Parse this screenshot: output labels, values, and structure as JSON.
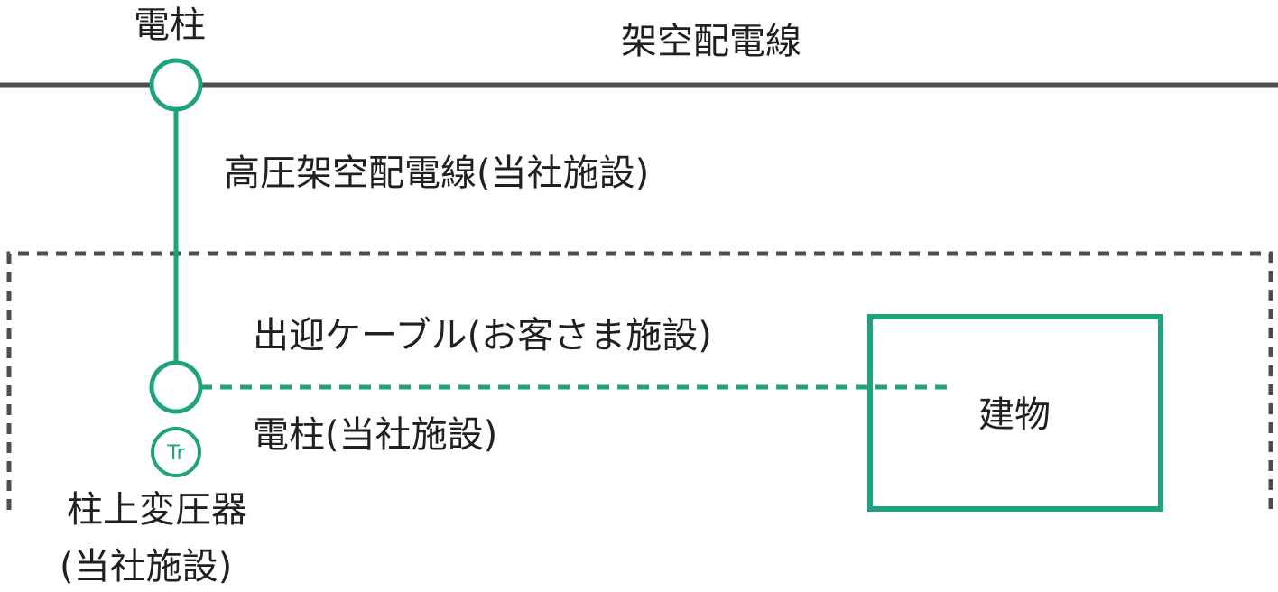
{
  "labels": {
    "pole_top": "電柱",
    "overhead_line": "架空配電線",
    "hv_line": "高圧架空配電線(当社施設)",
    "service_cable": "出迎ケーブル(お客さま施設)",
    "pole_bottom": "電柱(当社施設)",
    "building": "建物",
    "transformer_line1": "柱上変圧器",
    "transformer_line2": "(当社施設)",
    "transformer_symbol": "Tr"
  },
  "colors": {
    "accent": "#1fa27e",
    "line": "#4d4d4d",
    "text": "#231f20",
    "dashed_boundary": "#4d4d4d"
  }
}
